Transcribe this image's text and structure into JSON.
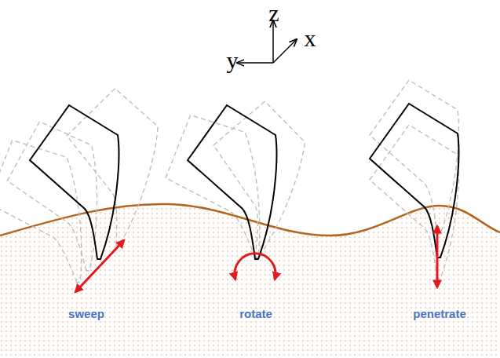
{
  "diagram": {
    "labels": [
      "z",
      "x",
      "y",
      "sweep",
      "rotate",
      "penetrate"
    ]
  }
}
